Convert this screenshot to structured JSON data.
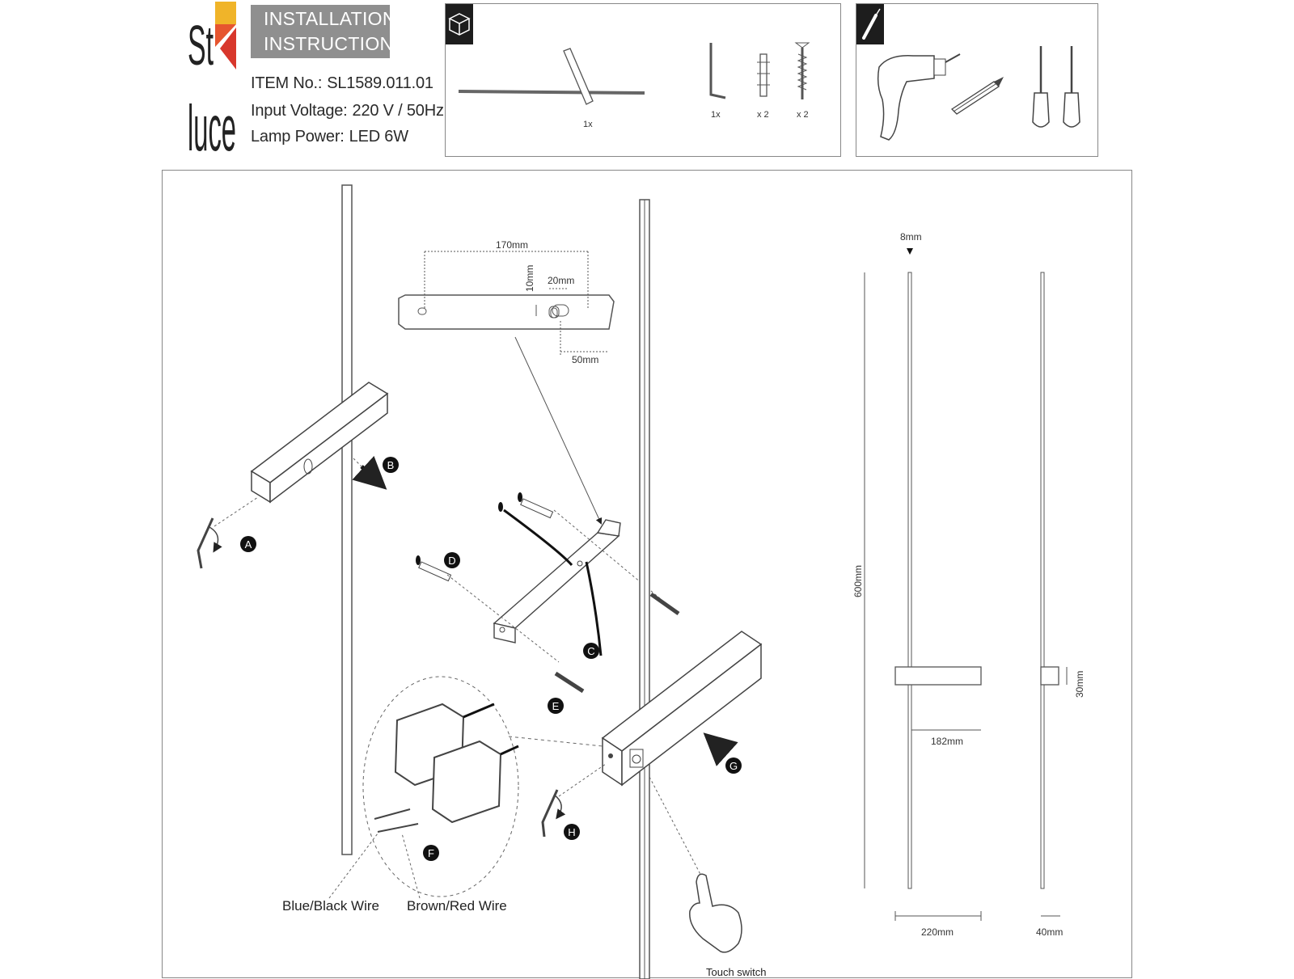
{
  "header": {
    "brand_top": "St",
    "brand_bottom": "luce",
    "title_line1": "INSTALLATION",
    "title_line2": "INSTRUCTIONS",
    "item_label": "ITEM No.:",
    "item_value": "SL1589.011.01",
    "voltage_label": "Input Voltage:",
    "voltage_value": "220 V / 50Hz",
    "power_label": "Lamp Power:",
    "power_value": "LED 6W"
  },
  "package_panel": {
    "icon": "box-icon",
    "lamp_qty": "1x",
    "hex_key_qty": "1x",
    "anchor_qty": "x 2",
    "screw_qty": "x 2"
  },
  "tools_panel": {
    "icon": "screwdriver-icon",
    "tools": [
      "drill-icon",
      "pencil-icon",
      "flat-screwdriver-icon",
      "phillips-screwdriver-icon"
    ]
  },
  "steps": {
    "a": "A",
    "b": "B",
    "c": "C",
    "d": "D",
    "e": "E",
    "f": "F",
    "g": "G",
    "h": "H"
  },
  "bracket_dims": {
    "width": "170mm",
    "height": "10mm",
    "slot": "20mm",
    "offset": "50mm"
  },
  "wires": {
    "blue_black": "Blue/Black Wire",
    "brown_red": "Brown/Red Wire"
  },
  "touch_switch": "Touch switch",
  "lamp_dims": {
    "thickness": "8mm",
    "height": "600mm",
    "base_width": "182mm",
    "total_width": "220mm",
    "base_height": "30mm",
    "depth": "40mm"
  },
  "colors": {
    "badge_bg": "#8f8f8f",
    "logo_yellow": "#f0b429",
    "logo_red": "#d8372c",
    "line": "#555555"
  }
}
